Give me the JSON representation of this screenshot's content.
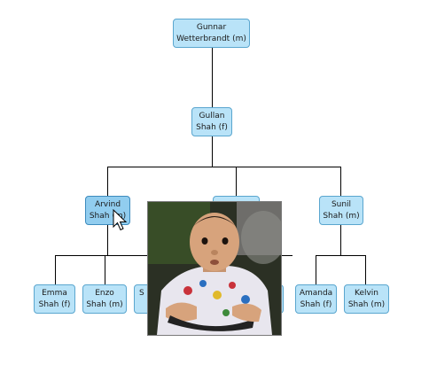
{
  "tree": {
    "root": {
      "first": "Gunnar",
      "last": "Wetterbrandt (m)"
    },
    "level1": {
      "first": "Gullan",
      "last": "Shah (f)"
    },
    "level2": [
      {
        "first": "Arvind",
        "last": "Shah (m)"
      },
      {
        "first": "",
        "last": ""
      },
      {
        "first": "Sunil",
        "last": "Shah (m)"
      }
    ],
    "level3": [
      {
        "first": "Emma",
        "last": "Shah (f)"
      },
      {
        "first": "Enzo",
        "last": "Shah (m)"
      },
      {
        "first": "",
        "last": "S"
      },
      {
        "first": "",
        "last": ""
      },
      {
        "first": "Amanda",
        "last": "Shah (f)"
      },
      {
        "first": "Kelvin",
        "last": "Shah (m)"
      }
    ]
  },
  "hovered_node": "Arvind Shah",
  "popup": {
    "subject": "baby-photo"
  },
  "colors": {
    "node_fill": "#b9e3f8",
    "node_border": "#5aa6cf",
    "node_hover_fill": "#91cdef",
    "connector": "#000000"
  }
}
